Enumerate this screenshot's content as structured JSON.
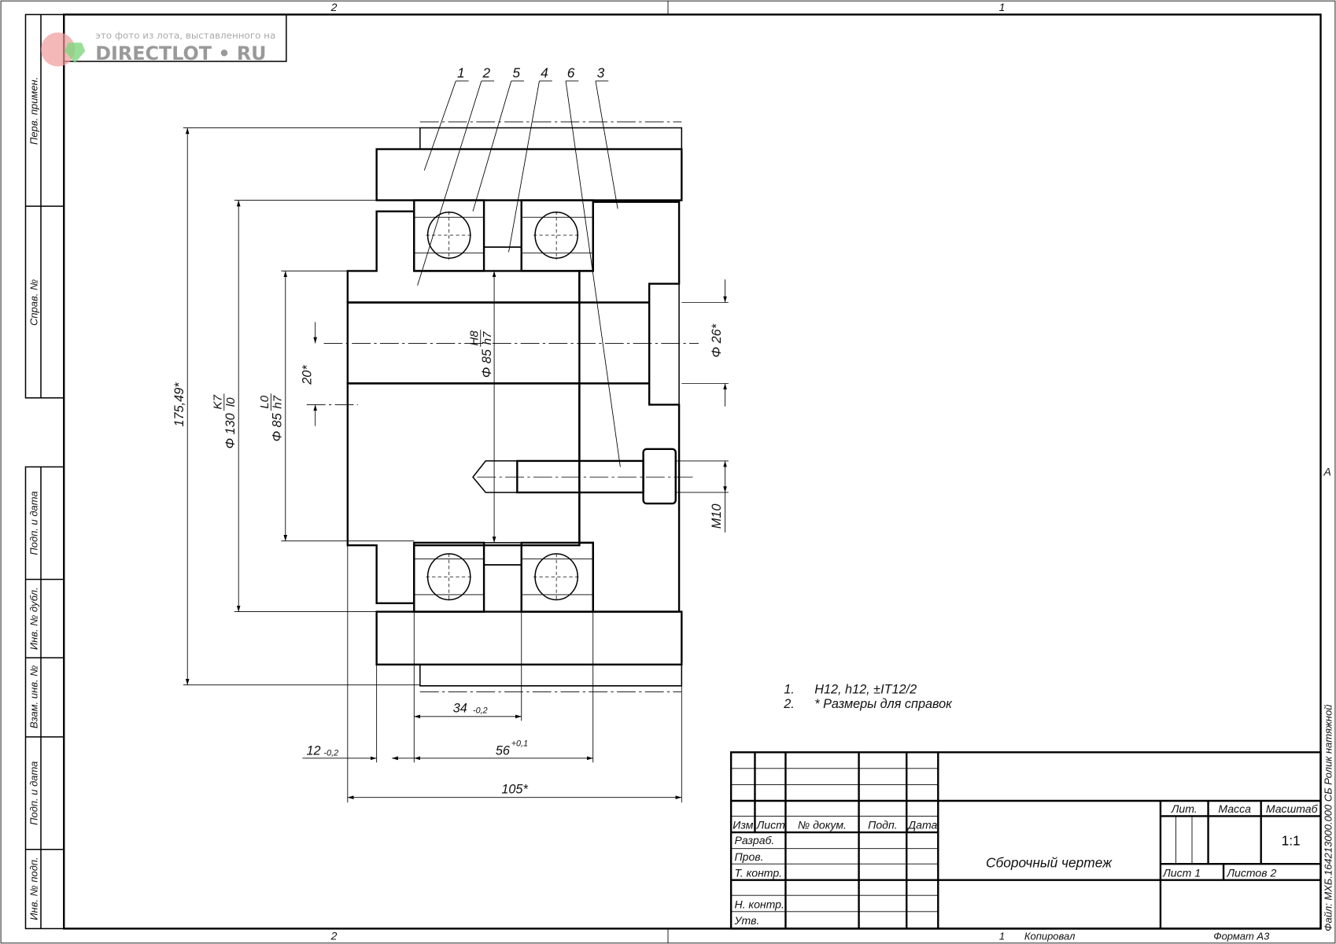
{
  "zones": {
    "top_left": "2",
    "top_right": "1",
    "bottom_left": "2",
    "right_letter": "A"
  },
  "watermark": {
    "line1": "это фото из лота, выставленного на",
    "line2": "DIRECTLOT • RU"
  },
  "side_strip": [
    "Перв. примен.",
    "Справ. №",
    "Подп. и дата",
    "Инв. № дубл.",
    "Взам. инв. №",
    "Подп. и дата",
    "Инв. № подп."
  ],
  "file_label": "Файл: МХБ.164213000.000 СБ Ролик натяжной",
  "balloons": [
    "1",
    "2",
    "5",
    "4",
    "6",
    "3"
  ],
  "dimensions": {
    "overall_dia": "175,49*",
    "dia130_sym": "Φ 130",
    "dia130_upper": "K7",
    "dia130_lower": "l0",
    "dia85_sym": "Φ 85",
    "dia85_upper": "L0",
    "dia85_lower": "h7",
    "bore_sym": "Φ 85",
    "bore_upper": "H8",
    "bore_lower": "h7",
    "bolt_offset": "20*",
    "pocket_dia": "Φ 26*",
    "thread": "M10",
    "w34": "34",
    "w34_tol": "-0,2",
    "w12": "12",
    "w12_tol": "-0,2",
    "w56": "56",
    "w56_tol": "+0,1",
    "w105": "105*"
  },
  "notes": [
    {
      "num": "1.",
      "text": "H12, h12, ±IT12/2"
    },
    {
      "num": "2.",
      "text": "* Размеры для справок"
    }
  ],
  "title_block": {
    "headers": [
      "Изм.",
      "Лист",
      "№ докум.",
      "Подп.",
      "Дата"
    ],
    "roles": [
      "Разраб.",
      "Пров.",
      "Т. контр.",
      "",
      "Н. контр.",
      "Утв."
    ],
    "doc_title": "Сборочный чертеж",
    "lit_label": "Лит.",
    "mass_label": "Масса",
    "scale_label": "Масштаб",
    "scale_value": "1:1",
    "sheet": "Лист 1",
    "sheets": "Листов 2",
    "copied": "Копировал",
    "copied_num": "1",
    "format": "Формат А3"
  }
}
